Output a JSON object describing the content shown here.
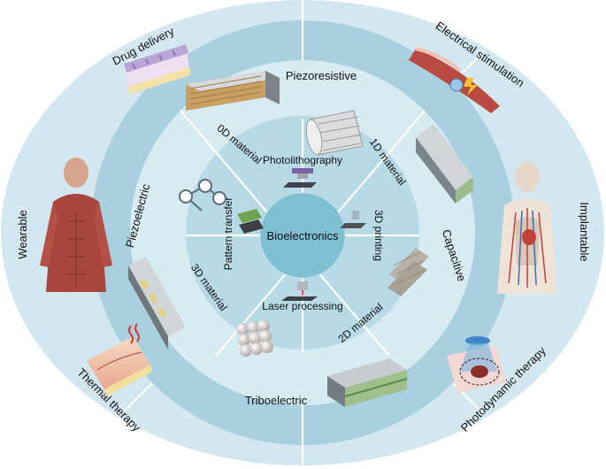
{
  "center": {
    "label": "Bioelectronics"
  },
  "fabrication": [
    "Photolithography",
    "3D printing",
    "Laser processing",
    "Pattern transfer"
  ],
  "materials": [
    "0D material",
    "1D material",
    "2D material",
    "3D material"
  ],
  "sensing": [
    "Piezoresistive",
    "Capacitive",
    "Triboelectric",
    "Piezoelectric"
  ],
  "applications": {
    "left": [
      "Wearable",
      "Drug delivery",
      "Thermal therapy"
    ],
    "right": [
      "Implantable",
      "Electrical stimulation",
      "Photodynamic therapy"
    ]
  },
  "colors": {
    "outer_ring": "#d2e7ef",
    "sensing_ring": "#a9d0df",
    "material_ring": "#d7ebf2",
    "fabrication_ring": "#b7dae6",
    "core": "#7fbfd2",
    "divider": "#ffffff"
  }
}
